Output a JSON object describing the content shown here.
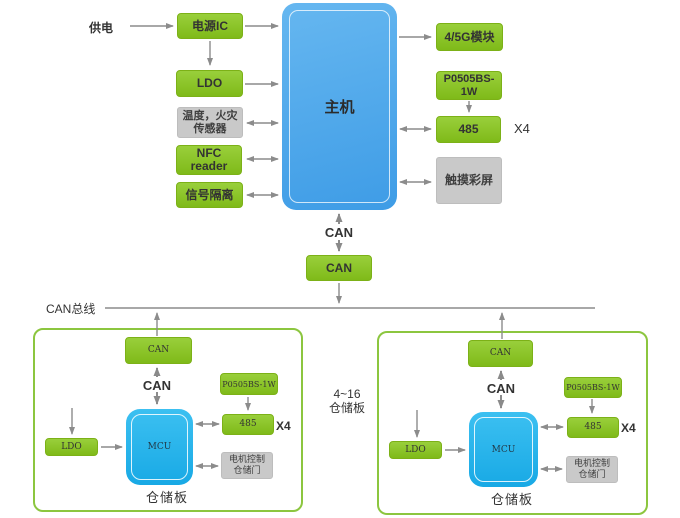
{
  "colors": {
    "box_green": "#8cc425",
    "panel_border_green": "#8cc63f",
    "host_blue": "#4aa5e8",
    "mcu_blue": "#29b7ea",
    "box_gray": "#c9c9c9",
    "wire_gray": "#8c8c8c",
    "text": "#3a3a3a"
  },
  "top": {
    "power_supply": "供电",
    "power_ic": "电源IC",
    "ldo": "LDO",
    "temp_fire": [
      "温度，火灾",
      "传感器"
    ],
    "nfc": [
      "NFC",
      "reader"
    ],
    "signal_isolation": "信号隔离",
    "host": "主机",
    "module_4_5g": "4/5G模块",
    "p0505bs": [
      "P0505BS-",
      "1W"
    ],
    "rs485": "485",
    "x4": "X4",
    "touch_screen": "触摸彩屏",
    "can_link_label": "CAN",
    "can_box": "CAN"
  },
  "bus": {
    "label": "CAN总线"
  },
  "middle_note": [
    "4~16",
    "仓储板"
  ],
  "storage_board": {
    "can_box": "CAN",
    "can_link_label": "CAN",
    "p0505bs": "P0505BS-1W",
    "rs485": "485",
    "x4": "X4",
    "mcu": "MCU",
    "ldo": "LDO",
    "motor": [
      "电机控制",
      "仓储门"
    ],
    "caption": "仓储板"
  }
}
